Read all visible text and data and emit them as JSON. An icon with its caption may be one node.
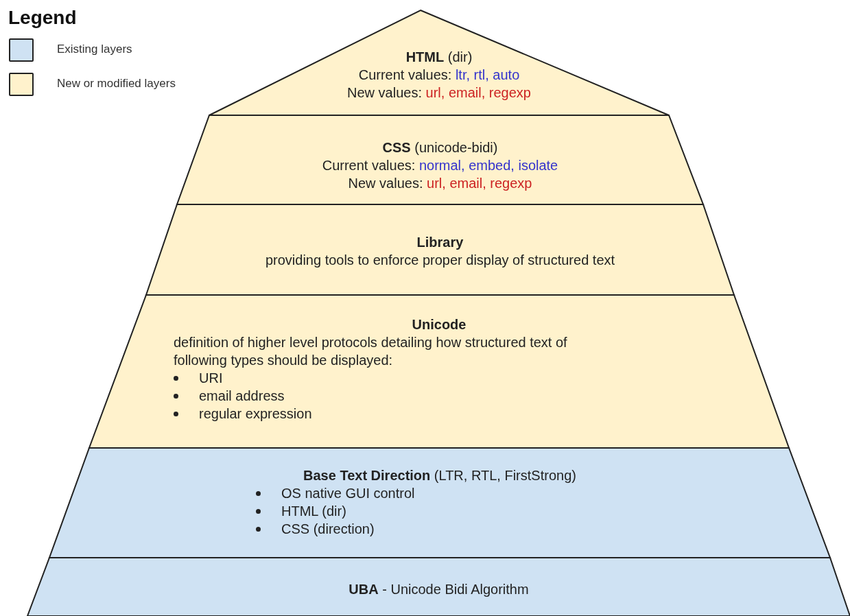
{
  "diagram": {
    "nodes": [
      {
        "text": [
          "**HTML** (dir)",
          "Current values:",
          "ltr, rtl, auto",
          "New values:",
          "url, email, regexp"
        ]
      },
      {
        "text": [
          "**CSS** (unicode-bidi)",
          "Current values:",
          "normal, embed, isolate",
          "New values:",
          "url, email, regexp"
        ]
      },
      {
        "text": [
          "Library",
          "providing tools to enforce proper display of structured text"
        ]
      },
      {
        "text": [
          "Unicode",
          "definition of higher level protocols detailing how structured text of following types should be displayed:",
          "URI",
          "email address",
          "regular expression"
        ]
      },
      {
        "text": [
          "**Base Text Direction** (LTR, RTL, FirstStrong)",
          "OS native GUI control",
          "HTML (dir)",
          "CSS (direction)"
        ]
      },
      {
        "text": [
          "**UBA** - Unicode Bidi Algorithm"
        ]
      }
    ],
    "edges": [],
    "labels": [
      "Legend"
    ],
    "legend": [
      {
        "text": "Existing layers",
        "color": "#cfe2f3"
      },
      {
        "text": "New or modified layers",
        "color": "#fff2cc"
      }
    ]
  }
}
